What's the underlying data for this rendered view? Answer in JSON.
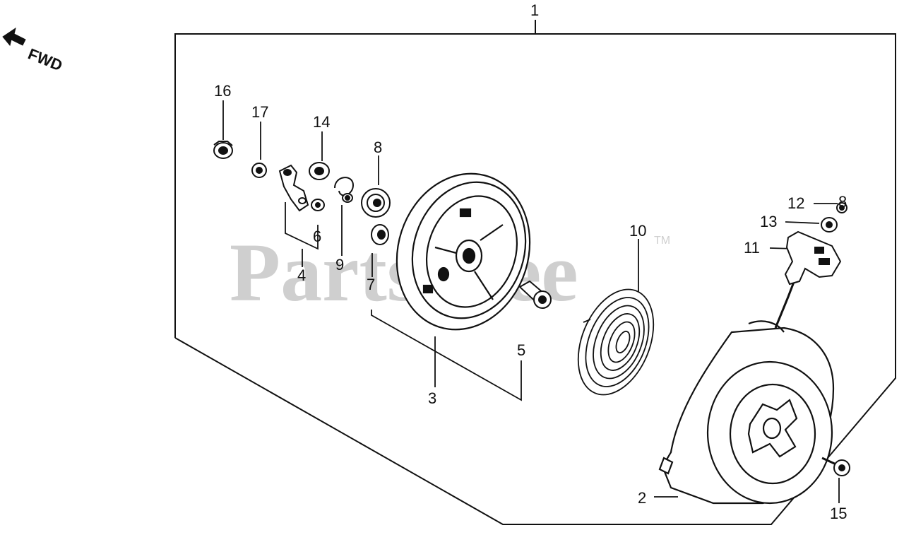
{
  "direction": {
    "label": "FWD"
  },
  "watermark": {
    "text": "PartsTree",
    "mark": "TM"
  },
  "callouts": {
    "c1": "1",
    "c2": "2",
    "c3": "3",
    "c4": "4",
    "c5": "5",
    "c6": "6",
    "c7": "7",
    "c8": "8",
    "c8b": "8",
    "c9": "9",
    "c10": "10",
    "c11": "11",
    "c12": "12",
    "c13": "13",
    "c14": "14",
    "c15": "15",
    "c16": "16",
    "c17": "17"
  },
  "colors": {
    "ink": "#111111",
    "watermark": "#cfcfcf",
    "background": "#ffffff"
  }
}
